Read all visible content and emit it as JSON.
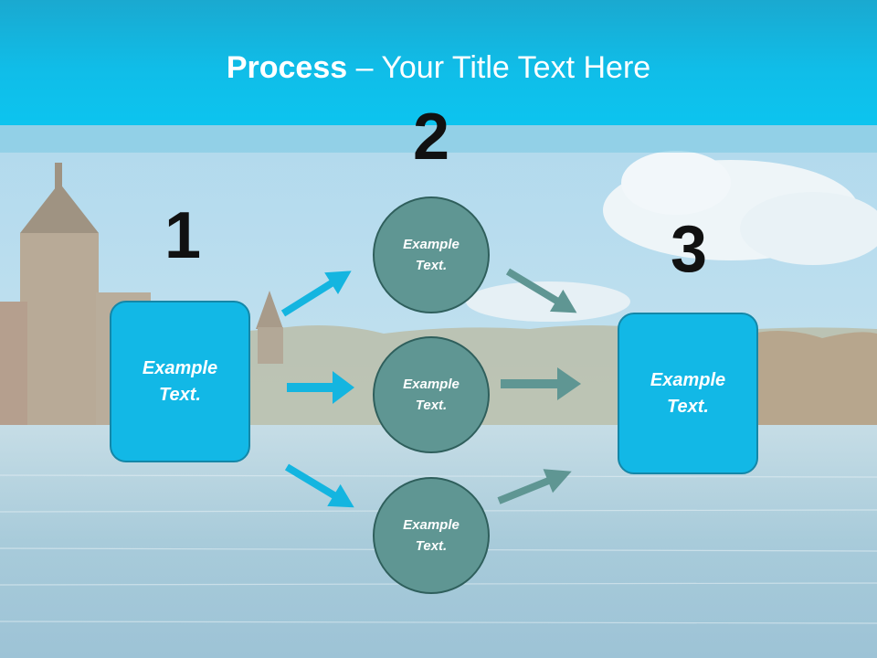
{
  "title": {
    "bold": "Process",
    "rest": " – Your Title Text Here"
  },
  "steps": {
    "step1": {
      "number": "1",
      "text": "Example\nText."
    },
    "step2": {
      "number": "2",
      "circles": [
        "Example\nText.",
        "Example\nText.",
        "Example\nText."
      ]
    },
    "step3": {
      "number": "3",
      "text": "Example\nText."
    }
  },
  "colors": {
    "box": "#12b8e6",
    "circle": "#5f9693",
    "arrow_left": "#14b5e0",
    "arrow_right": "#5f9693",
    "header": "#10bde8"
  }
}
